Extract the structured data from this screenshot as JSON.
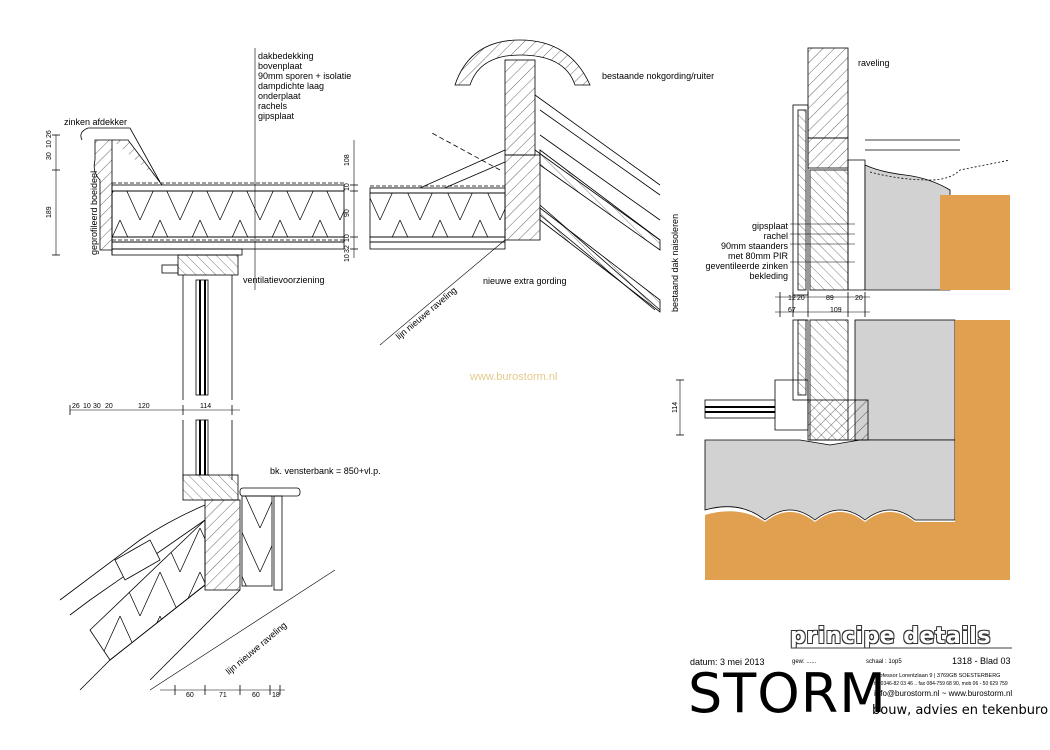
{
  "labels": {
    "dakbedekking": "dakbedekking",
    "bovenplaat": "bovenplaat",
    "sporen": "90mm sporen + isolatie",
    "dampdicht": "dampdichte laag",
    "onderplaat": "onderplaat",
    "rachels": "rachels",
    "gipsplaat": "gipsplaat",
    "zinken_afdekker": "zinken afdekker",
    "boeideel": "geprofileerd boeideel",
    "ventilatie": "ventilatievoorziening",
    "nokgording": "bestaande nokgording/ruiter",
    "extra_gording": "nieuwe extra gording",
    "lijn_raveling_1": "lijn nieuwe raveling",
    "naisoleren": "bestaand dak naisoleren",
    "raveling": "raveling",
    "r_gipsplaat": "gipsplaat",
    "r_rachel": "rachel",
    "r_staanders": "90mm staanders",
    "r_pir": "met 80mm PIR",
    "r_zink": "geventileerde zinken",
    "r_bekleding": "bekleding",
    "vensterbank": "bk. vensterbank = 850+vl.p.",
    "lijn_raveling_2": "lijn nieuwe raveling",
    "watermark": "www.burostorm.nl"
  },
  "dims": {
    "left_vertical_top": [
      "30",
      "10",
      "26"
    ],
    "left_189": "189",
    "right_vertical": [
      "108",
      "10",
      "90",
      "10",
      "32",
      "10"
    ],
    "horizontal_row": [
      "26",
      "10",
      "30",
      "20",
      "120",
      "114"
    ],
    "bottom_row": [
      "60",
      "71",
      "60",
      "18"
    ],
    "right_top_row": [
      "12",
      "20",
      "89",
      "20"
    ],
    "right_second_row": [
      "67",
      "109"
    ],
    "right_114": "114"
  },
  "title_block": {
    "title": "principe details",
    "date": "datum: 3 mei 2013",
    "gew": "gew: ......",
    "schaal": "schaal : 1op5",
    "blad": "1318 - Blad 03",
    "logo": "STORM",
    "address": "Professor Lorentzlaan 9 | 3769GB SOESTERBERG",
    "tel": "tel 0346-82 03 46 .. fax 084-759 68 90, mob 06 - 50 629 759",
    "mail": "info@burostorm.nl  ~  www.burostorm.nl",
    "tagline": "bouw, advies en tekenburo"
  },
  "colors": {
    "wall_grey": "#d2d2d2",
    "brick_orange": "#e0a050",
    "line": "#000000"
  }
}
